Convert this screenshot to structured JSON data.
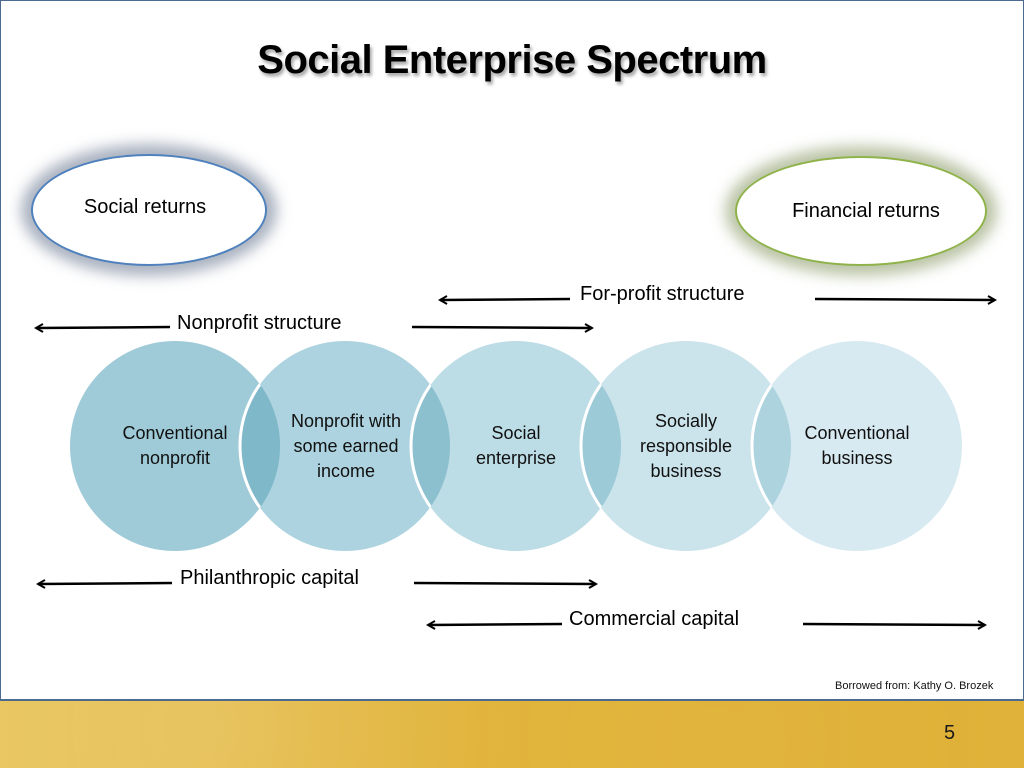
{
  "slide": {
    "title": "Social Enterprise Spectrum",
    "page_number": "5",
    "credit": "Borrowed from:  Kathy O. Brozek"
  },
  "returns": {
    "left": "Social returns",
    "right": "Financial returns"
  },
  "structure_arrows": {
    "for_profit": "For-profit structure",
    "nonprofit": "Nonprofit structure"
  },
  "spectrum": [
    {
      "label": "Conventional nonprofit",
      "color": "#9fcbd8"
    },
    {
      "label": "Nonprofit with some earned income",
      "color": "#acd3df"
    },
    {
      "label": "Social enterprise",
      "color": "#bcdce6"
    },
    {
      "label": "Socially responsible business",
      "color": "#cbe3eb"
    },
    {
      "label": "Conventional business",
      "color": "#d8eaf1"
    }
  ],
  "capital_arrows": {
    "philanthropic": "Philanthropic capital",
    "commercial": "Commercial capital"
  },
  "colors": {
    "social_outline": "#4f81bd",
    "financial_outline": "#8fb34a",
    "footer_gold": "#e0b23a",
    "frame_border": "#4a6b8f"
  }
}
